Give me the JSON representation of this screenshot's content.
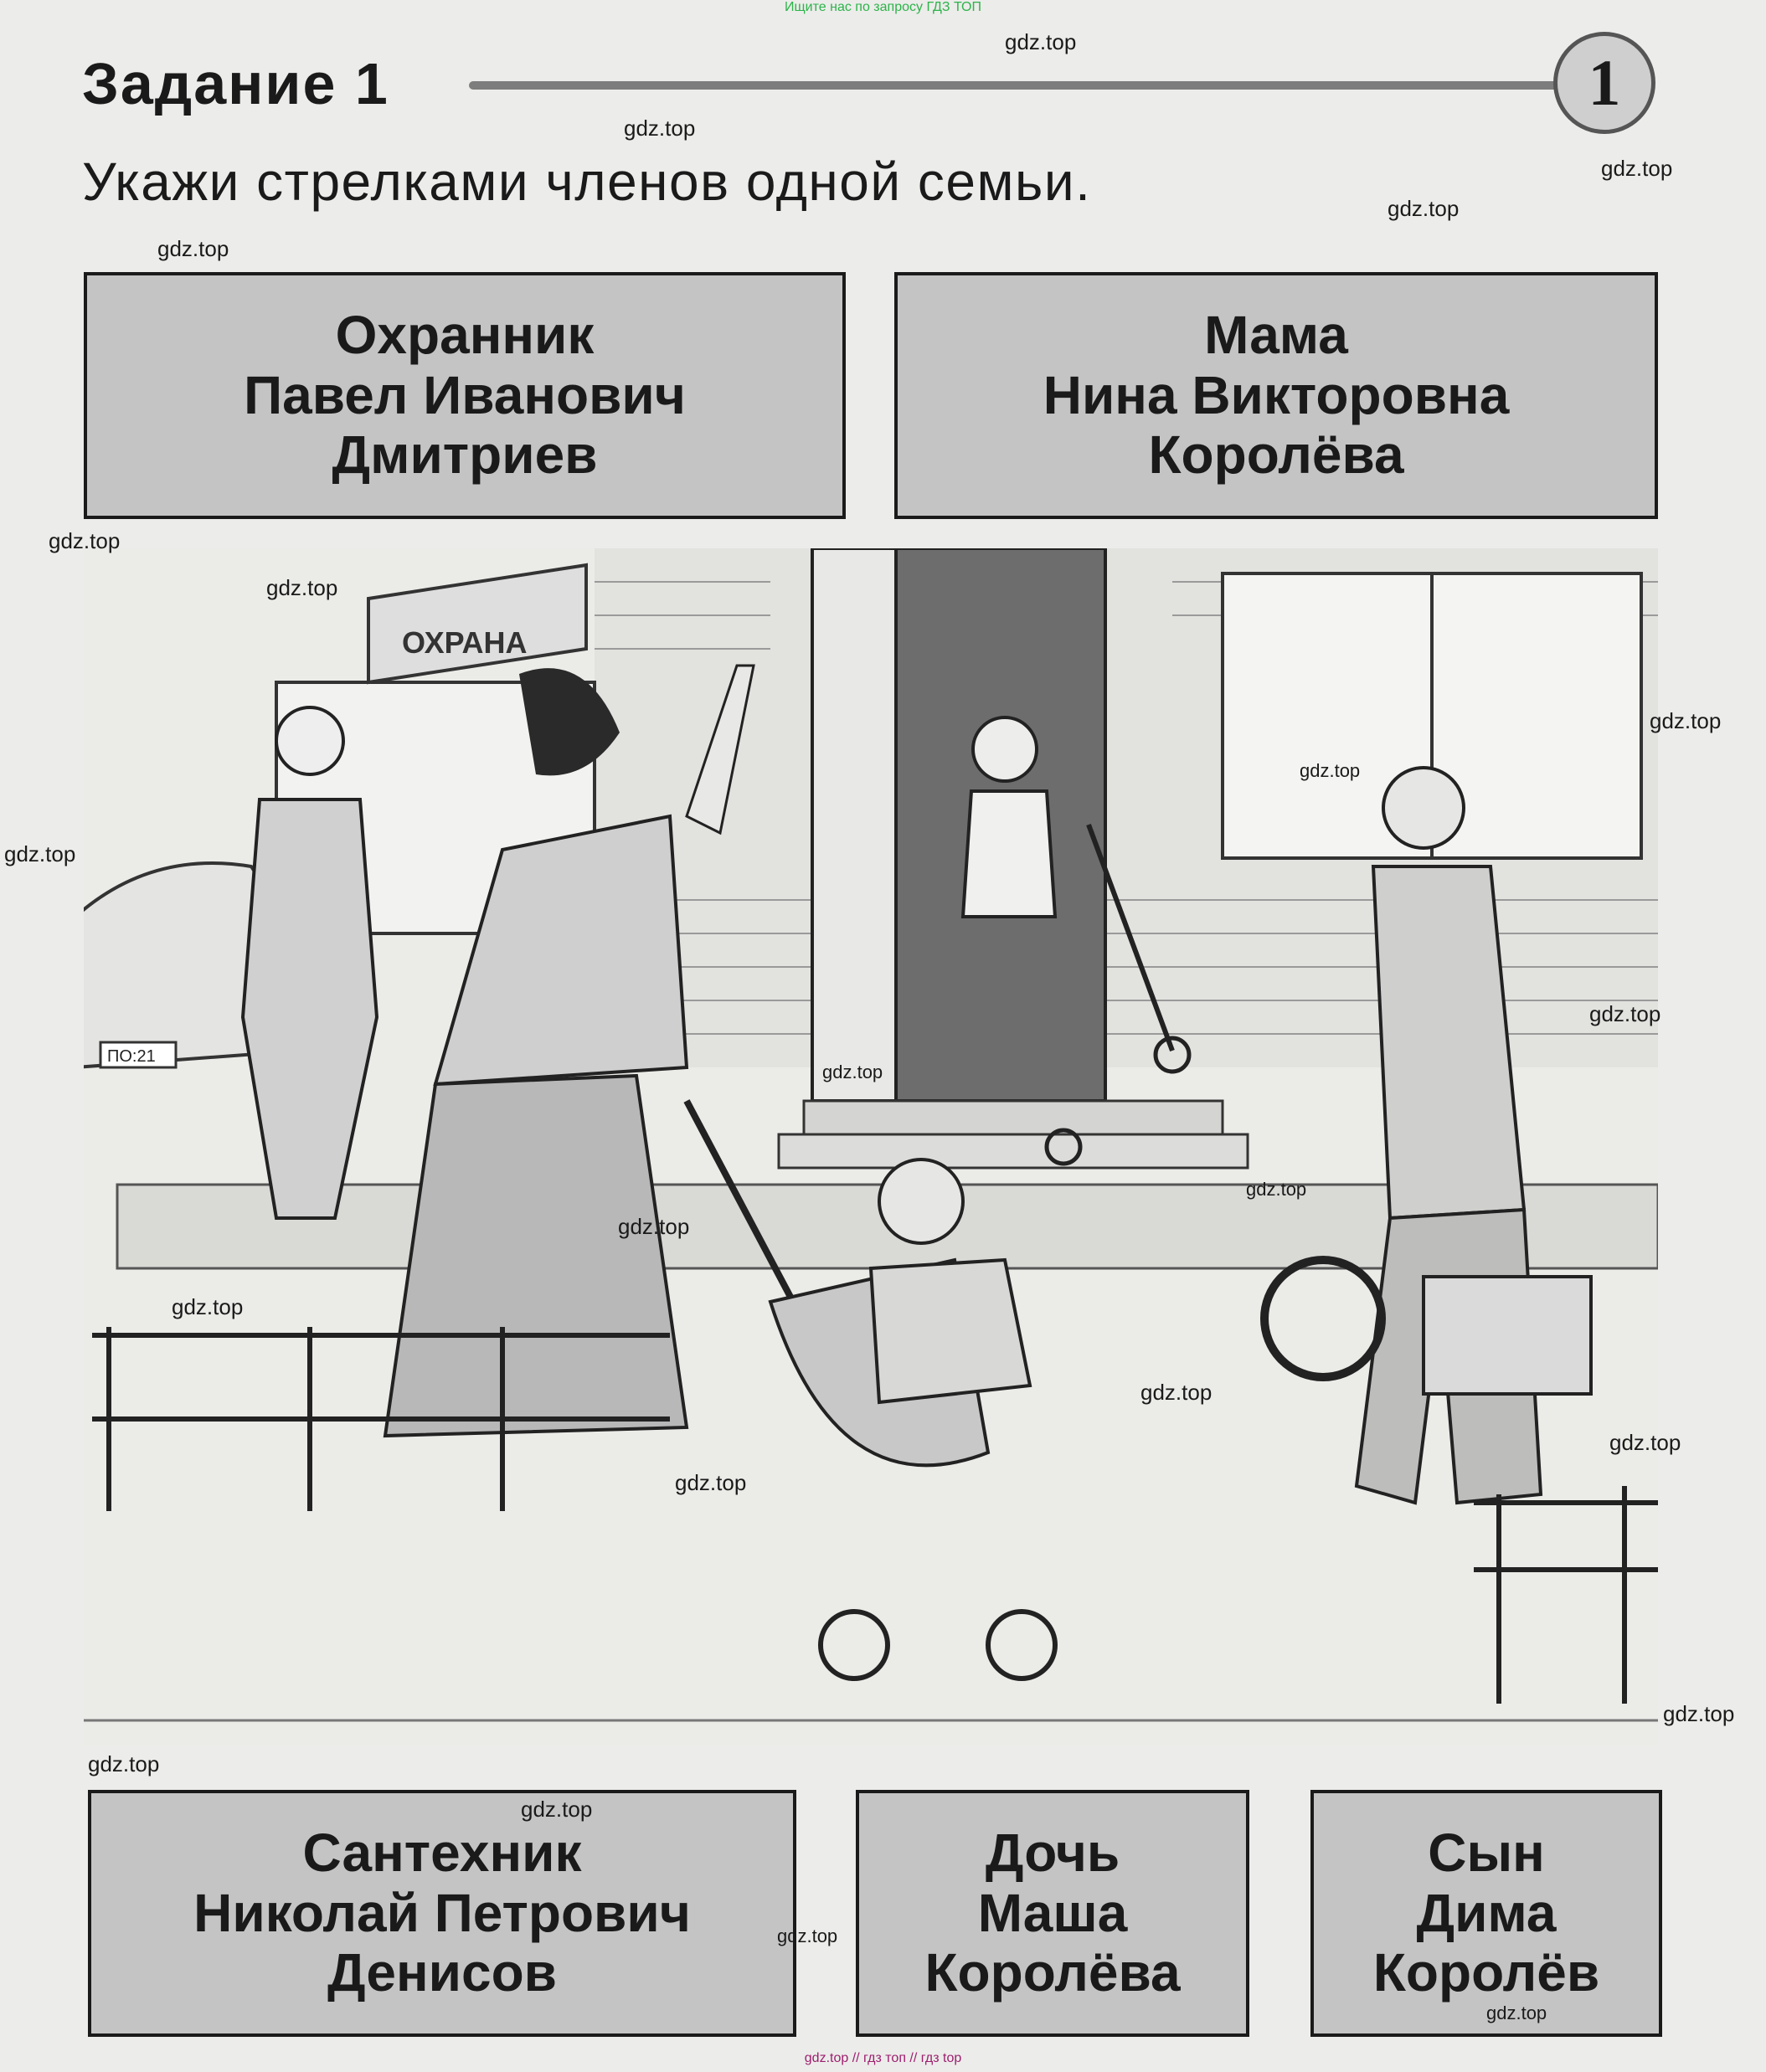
{
  "header": {
    "top_banner": "Ищите нас по запросу ГДЗ ТОП",
    "title": "Задание 1",
    "badge": "1",
    "instruction": "Укажи стрелками членов одной семьи."
  },
  "cards": {
    "guard": {
      "line1": "Охранник",
      "line2": "Павел Иванович",
      "line3": "Дмитриев"
    },
    "mother": {
      "line1": "Мама",
      "line2": "Нина Викторовна",
      "line3": "Королёва"
    },
    "plumber": {
      "line1": "Сантехник",
      "line2": "Николай Петрович",
      "line3": "Денисов"
    },
    "daughter": {
      "line1": "Дочь",
      "line2": "Маша",
      "line3": "Королёва"
    },
    "son": {
      "line1": "Сын",
      "line2": "Дима",
      "line3": "Королёв"
    }
  },
  "scene": {
    "kiosk_sign": "ОХРАНА",
    "car_plate": "ПО:21"
  },
  "watermark": "gdz.top",
  "footer": "gdz.top // гдз топ // гдз top",
  "colors": {
    "card_fill": "#c4c4c4",
    "page_bg": "#ececea",
    "banner_green": "#2db34a",
    "footer_purple": "#9c1f6e"
  }
}
